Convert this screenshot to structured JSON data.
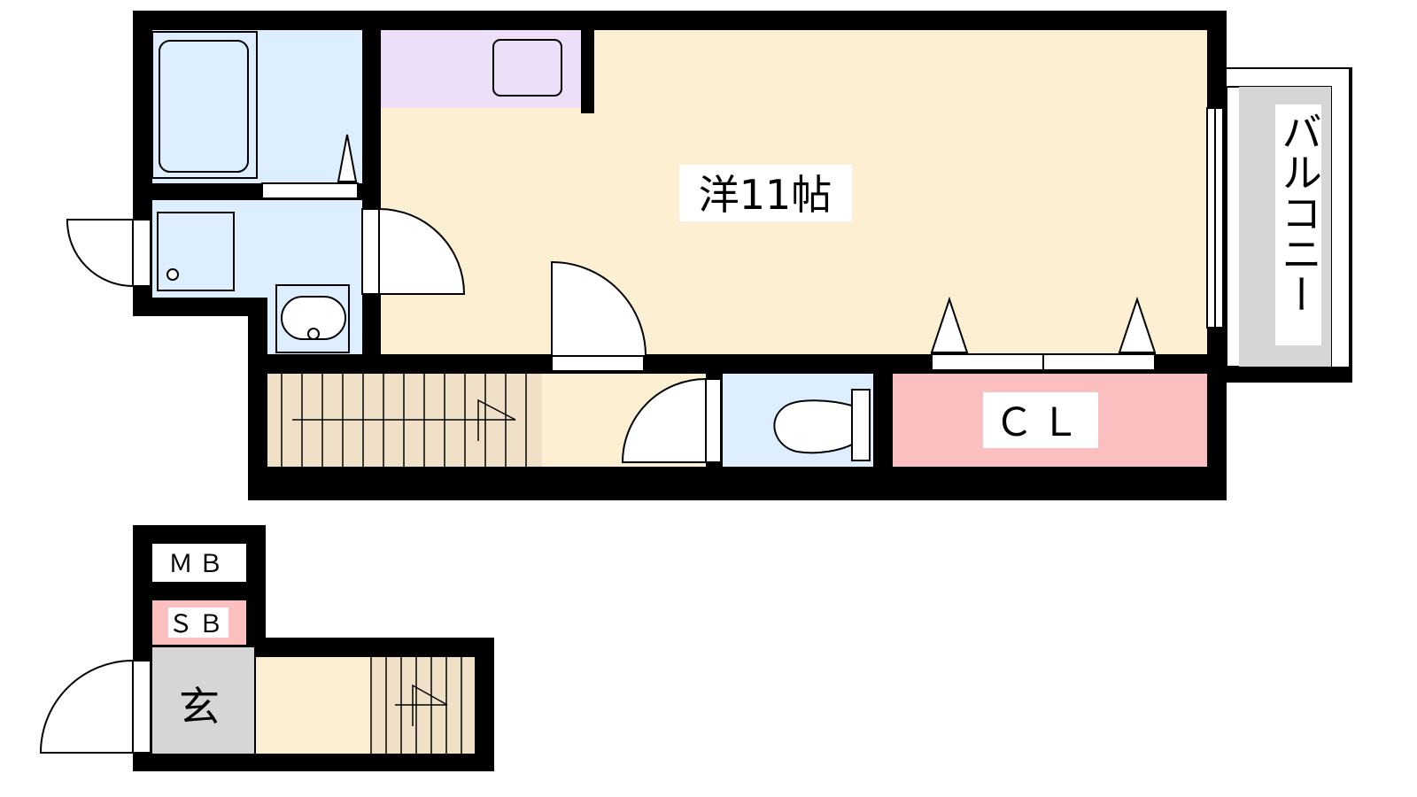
{
  "rooms": {
    "western_room": "洋11帖",
    "closet": "ＣＬ",
    "balcony": "バルコニー",
    "meter_box": "ＭＢ",
    "shoe_box": "ＳＢ",
    "entrance": "玄"
  },
  "colors": {
    "wall": "#000000",
    "western_room": "#fdf0d2",
    "wet_area": "#dceeff",
    "kitchen": "#ecdff7",
    "closet": "#fbbfbf",
    "balcony": "#d6d6d6",
    "entrance": "#d6d6d6",
    "stairs": "#f0e0c8",
    "hall": "#fdf0d2",
    "shoe_box": "#fbbfbf"
  },
  "icons": [
    "bathtub-icon",
    "washing-machine-icon",
    "sink-icon",
    "toilet-icon",
    "kitchen-sink-icon",
    "door-swing-icon",
    "stairs-icon"
  ]
}
